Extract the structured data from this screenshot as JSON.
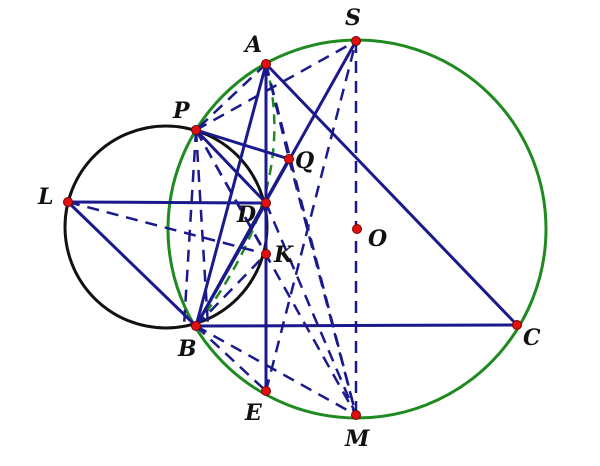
{
  "colors": {
    "background": "#ffffff",
    "line": "#1a1a8c",
    "circle_big": "#1f8a1f",
    "circle_small": "#111111",
    "arc_dashed": "#1f8a1f",
    "point_fill": "#e01010",
    "point_stroke": "#7a0000",
    "label": "#111111"
  },
  "diagram": {
    "points": [
      {
        "id": "A",
        "label": "A"
      },
      {
        "id": "S",
        "label": "S"
      },
      {
        "id": "P",
        "label": "P"
      },
      {
        "id": "Q",
        "label": "Q"
      },
      {
        "id": "L",
        "label": "L"
      },
      {
        "id": "D",
        "label": "D"
      },
      {
        "id": "O",
        "label": "O"
      },
      {
        "id": "K",
        "label": "K"
      },
      {
        "id": "B",
        "label": "B"
      },
      {
        "id": "C",
        "label": "C"
      },
      {
        "id": "E",
        "label": "E"
      },
      {
        "id": "M",
        "label": "M"
      }
    ]
  }
}
